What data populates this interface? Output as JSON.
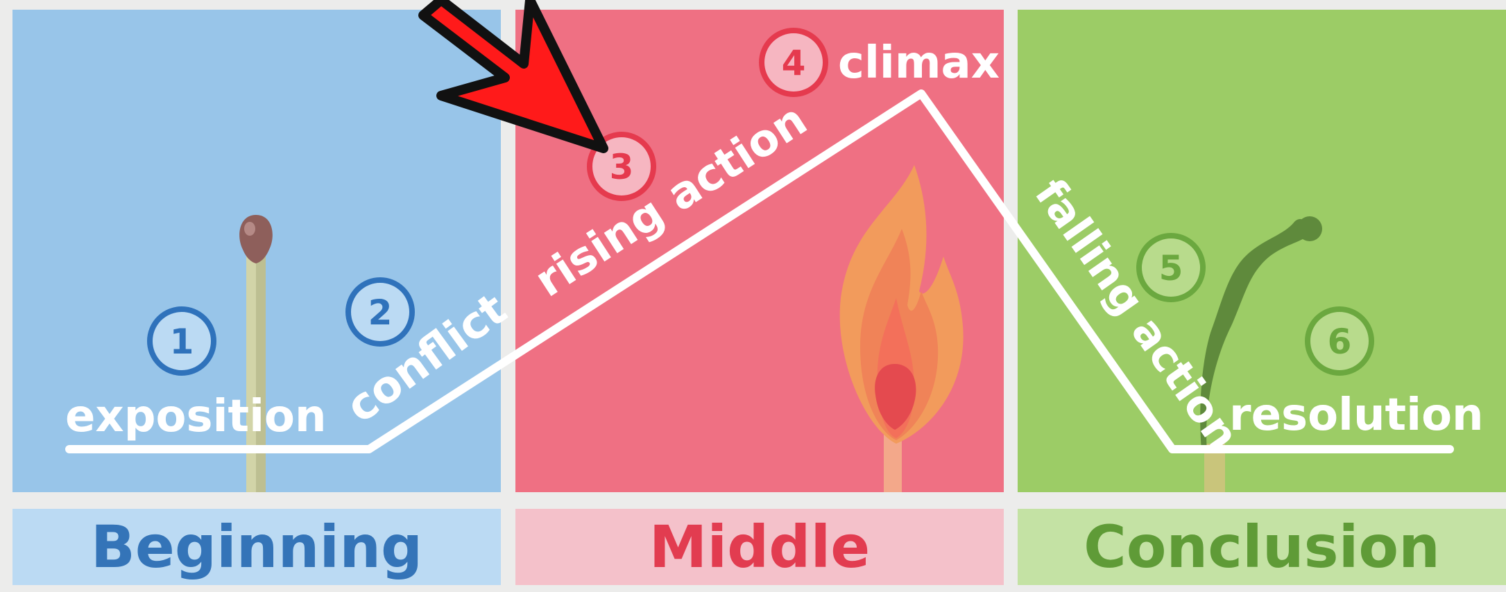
{
  "colors": {
    "page_background": "#ececeb",
    "beginning_panel": "#98c5e9",
    "middle_panel": "#ef7083",
    "conclusion_panel": "#9ccc66",
    "beginning_label_bg": "#bbdaf3",
    "middle_label_bg": "#f4c1ca",
    "conclusion_label_bg": "#c4e2a4",
    "beginning_text": "#3474b8",
    "middle_text": "#e23c50",
    "conclusion_text": "#5f9b37",
    "plot_line": "#ffffff",
    "arrow_fill": "#ff1a1a",
    "arrow_outline": "#111111"
  },
  "stages": [
    {
      "label": "Beginning"
    },
    {
      "label": "Middle"
    },
    {
      "label": "Conclusion"
    }
  ],
  "plot_points": [
    {
      "number": "1",
      "label": "exposition"
    },
    {
      "number": "2",
      "label": "conflict"
    },
    {
      "number": "3",
      "label": "rising action"
    },
    {
      "number": "4",
      "label": "climax"
    },
    {
      "number": "5",
      "label": "falling action"
    },
    {
      "number": "6",
      "label": "resolution"
    }
  ],
  "illustrations": {
    "beginning": "unlit-match-icon",
    "middle": "burning-match-icon",
    "conclusion": "burnt-match-icon",
    "pointer": "red-arrow-icon"
  }
}
